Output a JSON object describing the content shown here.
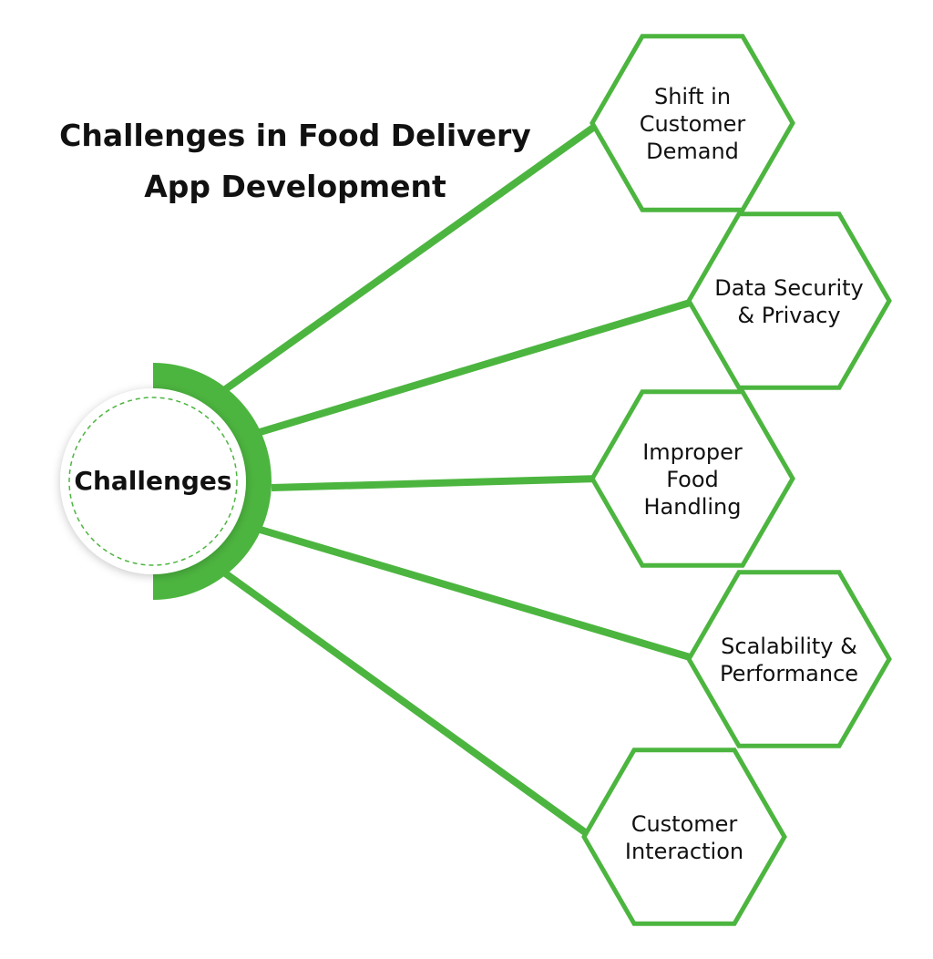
{
  "title": {
    "line1": "Challenges in Food Delivery",
    "line2": "App Development"
  },
  "center": {
    "label": "Challenges"
  },
  "challenges": [
    {
      "lines": [
        "Shift in",
        "Customer",
        "Demand"
      ]
    },
    {
      "lines": [
        "Data Security",
        "& Privacy"
      ]
    },
    {
      "lines": [
        "Improper",
        "Food",
        "Handling"
      ]
    },
    {
      "lines": [
        "Scalability &",
        "Performance"
      ]
    },
    {
      "lines": [
        "Customer",
        "Interaction"
      ]
    }
  ],
  "colors": {
    "accent": "#4cb53f",
    "text": "#111111",
    "background": "#ffffff"
  }
}
